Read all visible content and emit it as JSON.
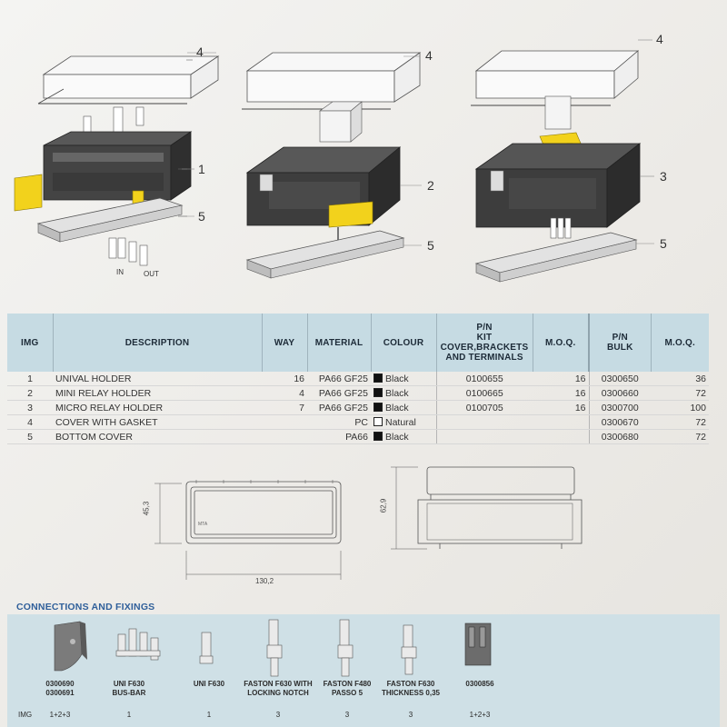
{
  "callouts": {
    "a1": "4",
    "a2": "4",
    "a3": "4",
    "b1": "1",
    "b2": "2",
    "b3": "3",
    "c1": "5",
    "c2": "5",
    "c3": "5"
  },
  "diagram_labels": {
    "in": "IN",
    "out": "OUT"
  },
  "table": {
    "headers": {
      "img": "IMG",
      "description": "DESCRIPTION",
      "way": "WAY",
      "material": "MATERIAL",
      "colour": "COLOUR",
      "pn_kit_line1": "P/N",
      "pn_kit_line2": "KIT COVER,BRACKETS",
      "pn_kit_line3": "AND TERMINALS",
      "moq1": "M.O.Q.",
      "pn_bulk_line1": "P/N",
      "pn_bulk_line2": "BULK",
      "moq2": "M.O.Q."
    },
    "rows": [
      {
        "img": "1",
        "description": "UNIVAL HOLDER",
        "way": "16",
        "material": "PA66 GF25",
        "colour": "Black",
        "colour_swatch": "#111111",
        "pn_kit": "0100655",
        "moq1": "16",
        "pn_bulk": "0300650",
        "moq2": "36"
      },
      {
        "img": "2",
        "description": "MINI RELAY HOLDER",
        "way": "4",
        "material": "PA66 GF25",
        "colour": "Black",
        "colour_swatch": "#111111",
        "pn_kit": "0100665",
        "moq1": "16",
        "pn_bulk": "0300660",
        "moq2": "72"
      },
      {
        "img": "3",
        "description": "MICRO RELAY HOLDER",
        "way": "7",
        "material": "PA66 GF25",
        "colour": "Black",
        "colour_swatch": "#111111",
        "pn_kit": "0100705",
        "moq1": "16",
        "pn_bulk": "0300700",
        "moq2": "100"
      },
      {
        "img": "4",
        "description": "COVER WITH GASKET",
        "way": "",
        "material": "PC",
        "colour": "Natural",
        "colour_swatch": "#ffffff",
        "pn_kit": "",
        "moq1": "",
        "pn_bulk": "0300670",
        "moq2": "72"
      },
      {
        "img": "5",
        "description": "BOTTOM COVER",
        "way": "",
        "material": "PA66",
        "colour": "Black",
        "colour_swatch": "#111111",
        "pn_kit": "",
        "moq1": "",
        "pn_bulk": "0300680",
        "moq2": "72"
      }
    ]
  },
  "dimensions": {
    "height_left": "45,3",
    "width_bottom": "130,2",
    "height_right": "62,9",
    "brand_mark": "MTA"
  },
  "connections": {
    "title": "CONNECTIONS AND FIXINGS",
    "img_label": "IMG",
    "items": [
      {
        "label_line1": "0300690",
        "label_line2": "0300691",
        "img": "1+2+3"
      },
      {
        "label_line1": "UNI F630",
        "label_line2": "BUS-BAR",
        "img": "1"
      },
      {
        "label_line1": "UNI F630",
        "label_line2": "",
        "img": "1"
      },
      {
        "label_line1": "FASTON F630 WITH",
        "label_line2": "LOCKING NOTCH",
        "img": "3"
      },
      {
        "label_line1": "FASTON F480",
        "label_line2": "PASSO 5",
        "img": "3"
      },
      {
        "label_line1": "FASTON F630",
        "label_line2": "THICKNESS 0,35",
        "img": "3"
      },
      {
        "label_line1": "0300856",
        "label_line2": "",
        "img": "1+2+3"
      }
    ]
  },
  "colors": {
    "table_header": "#c6dbe3",
    "connections_band": "#cfe0e6",
    "connections_title": "#2f5f9a",
    "accent_yellow": "#f2d21c",
    "housing_dark": "#3a3a3a"
  }
}
